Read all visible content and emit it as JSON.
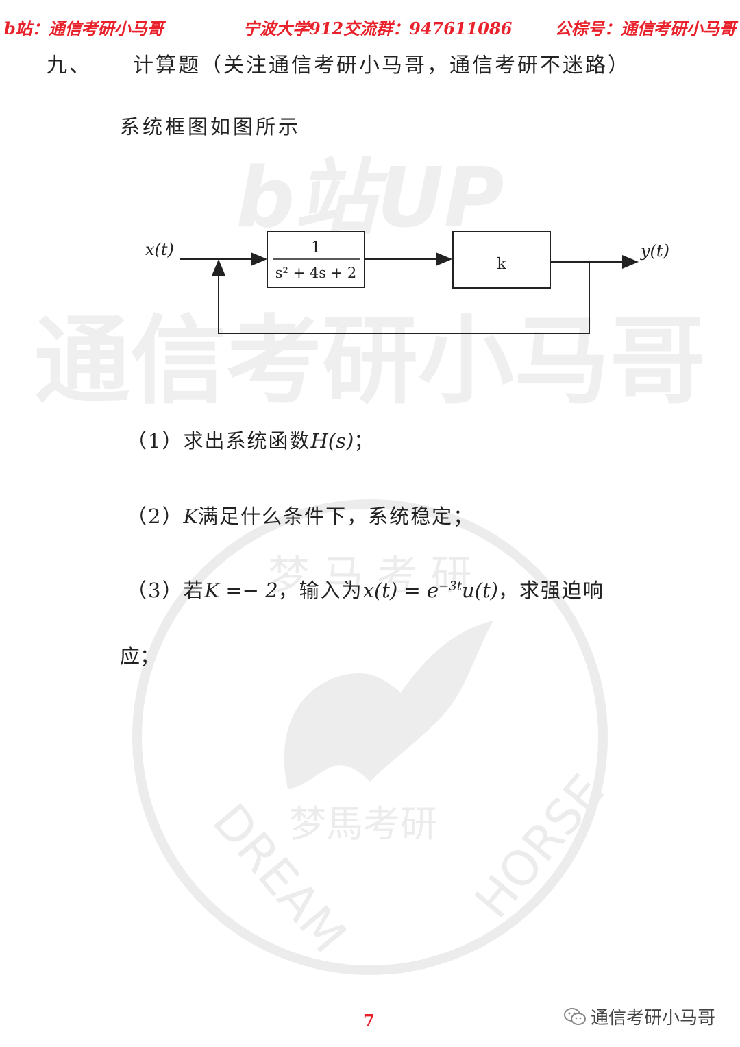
{
  "header": {
    "left": "b站：通信考研小马哥",
    "middle": "宁波大学912交流群：947611086",
    "right": "公棕号：通信考研小马哥"
  },
  "watermark": {
    "top_text": "b站UP",
    "big_text": "通信考研小马哥",
    "seal_arc_top": "梦 马 考 研",
    "seal_left": "DREAM",
    "seal_right": "HORSE",
    "seal_bottom": "梦馬考研"
  },
  "section": {
    "number": "九、",
    "title": "计算题（关注通信考研小马哥，通信考研不迷路）"
  },
  "intro": "系统框图如图所示",
  "diagram": {
    "input": "x(t)",
    "output": "y(t)",
    "block1_num": "1",
    "block1_den": "s² + 4s + 2",
    "block2": "k"
  },
  "questions": {
    "q1_prefix": "（1）求出系统函数",
    "q1_math": "H(s)",
    "q1_suffix": "；",
    "q2_prefix": "（2）",
    "q2_math": "K",
    "q2_suffix": "满足什么条件下，系统稳定；",
    "q3_prefix": "（3）若",
    "q3_math1": "K =− 2",
    "q3_mid": "，输入为",
    "q3_math2": "x(t) = e",
    "q3_exp": "−3t",
    "q3_math3": "u(t)",
    "q3_suffix": "，求强迫响",
    "q3_cont": "应；"
  },
  "page_number": "7",
  "footer_brand": "通信考研小马哥"
}
